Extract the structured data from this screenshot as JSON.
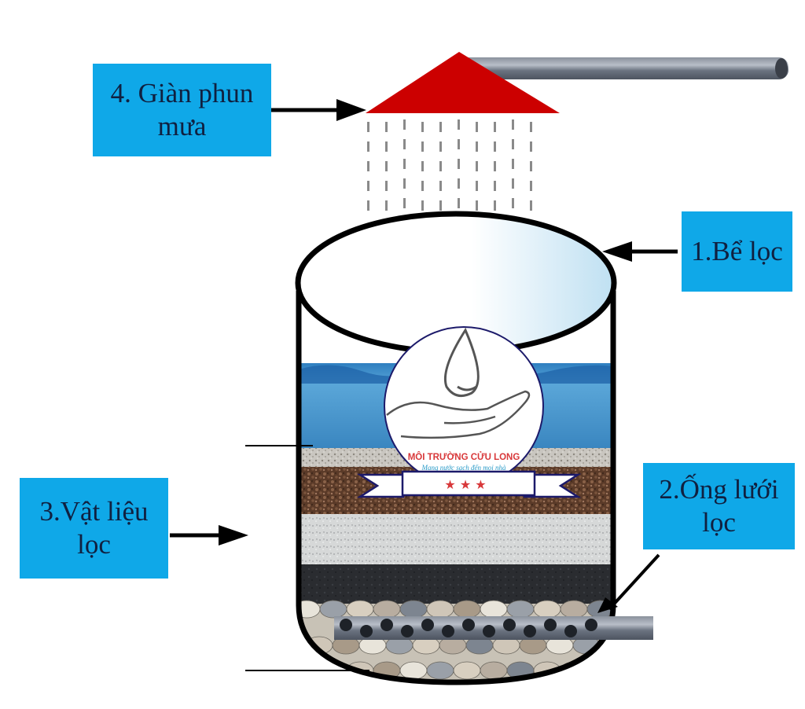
{
  "diagram": {
    "labels": {
      "spray": {
        "number": "4.",
        "line1": "4. Giàn phun",
        "line2": "mưa"
      },
      "tank": {
        "line1": "1.Bể lọc"
      },
      "media": {
        "line1": "3.Vật liệu",
        "line2": "lọc"
      },
      "pipe": {
        "line1": "2.Ống lưới",
        "line2": "lọc"
      }
    },
    "logo": {
      "brand": "MÔI TRƯỜNG CỬU LONG",
      "slogan": "Mang nước sạch đến mọi nhà",
      "stars": "★ ★ ★"
    },
    "colors": {
      "label_bg": "#0fa8e8",
      "label_text": "#102040",
      "spray_head": "#cc0000",
      "pipe": "#6b7380",
      "water": "#3a8ec8",
      "logo_brand": "#d8383a",
      "logo_slogan": "#2a9bc8",
      "logo_ring": "#1c1a6a"
    }
  }
}
